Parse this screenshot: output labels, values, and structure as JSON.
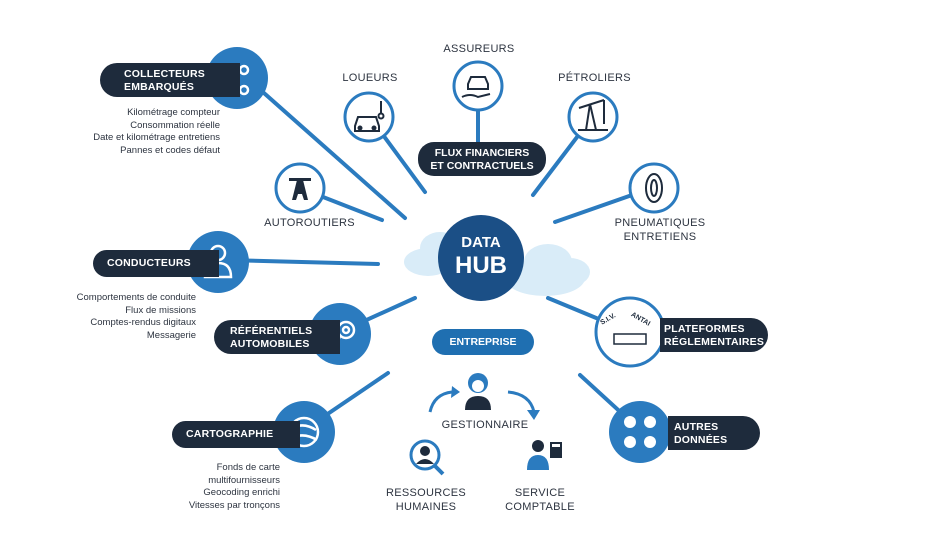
{
  "hub": {
    "line1": "DATA",
    "line2": "HUB"
  },
  "nodes": {
    "collecteurs": {
      "line1": "COLLECTEURS",
      "line2": "EMBARQUÉS",
      "icon": "share-nodes-icon",
      "details": [
        "Kilométrage compteur",
        "Consommation réelle",
        "Date et kilométrage entretiens",
        "Pannes et codes défaut"
      ]
    },
    "loueurs": {
      "label": "LOUEURS",
      "icon": "car-key-icon"
    },
    "assureurs": {
      "label": "ASSUREURS",
      "icon": "insured-car-icon"
    },
    "petroliers": {
      "label": "PÉTROLIERS",
      "icon": "oil-pump-icon"
    },
    "flux": {
      "line1": "FLUX FINANCIERS",
      "line2": "ET CONTRACTUELS"
    },
    "autoroutiers": {
      "label": "AUTOROUTIERS",
      "icon": "highway-icon"
    },
    "pneumatiques": {
      "line1": "PNEUMATIQUES",
      "line2": "ENTRETIENS",
      "icon": "tire-icon"
    },
    "conducteurs": {
      "label": "CONDUCTEURS",
      "icon": "driver-icon",
      "details": [
        "Comportements de conduite",
        "Flux de missions",
        "Comptes-rendus digitaux",
        "Messagerie"
      ]
    },
    "referentiels": {
      "line1": "RÉFÉRENTIELS",
      "line2": "AUTOMOBILES",
      "icon": "gear-wrench-icon"
    },
    "plateformes": {
      "line1": "PLATEFORMES",
      "line2": "RÉGLEMENTAIRES",
      "icon": "siv-antai-icon",
      "badge_left": "S.I.V.",
      "badge_right": "ANTAI"
    },
    "entreprise": {
      "label": "ENTREPRISE"
    },
    "gestionnaire": {
      "label": "GESTIONNAIRE",
      "icon": "manager-icon"
    },
    "rh": {
      "line1": "RESSOURCES",
      "line2": "HUMAINES",
      "icon": "person-search-icon"
    },
    "comptable": {
      "line1": "SERVICE",
      "line2": "COMPTABLE",
      "icon": "accountant-icon"
    },
    "cartographie": {
      "label": "CARTOGRAPHIE",
      "icon": "globe-map-icon",
      "details": [
        "Fonds de carte",
        "multifournisseurs",
        "Geocoding enrichi",
        "Vitesses par tronçons"
      ]
    },
    "autres": {
      "line1": "AUTRES",
      "line2": "DONNÉES",
      "icon": "data-grid-icon"
    }
  },
  "colors": {
    "blue": "#1f6fb1",
    "navy": "#1e2b3c",
    "hub": "#1b4f86",
    "cloud": "#d9ecf8"
  }
}
